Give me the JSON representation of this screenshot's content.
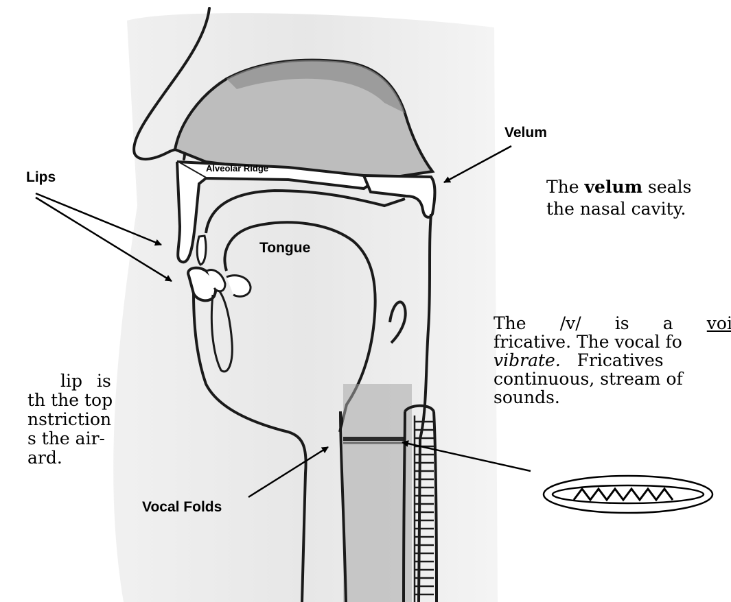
{
  "labels": {
    "velum": "Velum",
    "lips": "Lips",
    "alveolar_ridge": "Alveolar Ridge",
    "tongue": "Tongue",
    "vocal_folds": "Vocal Folds"
  },
  "velum_note": {
    "pre": "The",
    "bold": "velum",
    "post": "seals",
    "line2": "the nasal cavity."
  },
  "voicing_note": {
    "w1": "The",
    "w2": "/v/",
    "w3": "is",
    "w4": "a",
    "w5_underlined": "voic",
    "line2": "fricative. The vocal fo",
    "line3_italic": "vibrate.",
    "line3_rest": "Fricatives",
    "line4": "continuous, stream of",
    "line5": "sounds."
  },
  "lip_note": {
    "l1_a": "lip",
    "l1_b": "is",
    "l2": "th the top",
    "l3": "nstriction",
    "l4": "s the air-",
    "l5": "ard."
  },
  "colors": {
    "ink": "#000000",
    "sketch_fill": "#c6c6c6",
    "sketch_dark": "#9a9a9a",
    "outline": "#1a1a1a"
  }
}
